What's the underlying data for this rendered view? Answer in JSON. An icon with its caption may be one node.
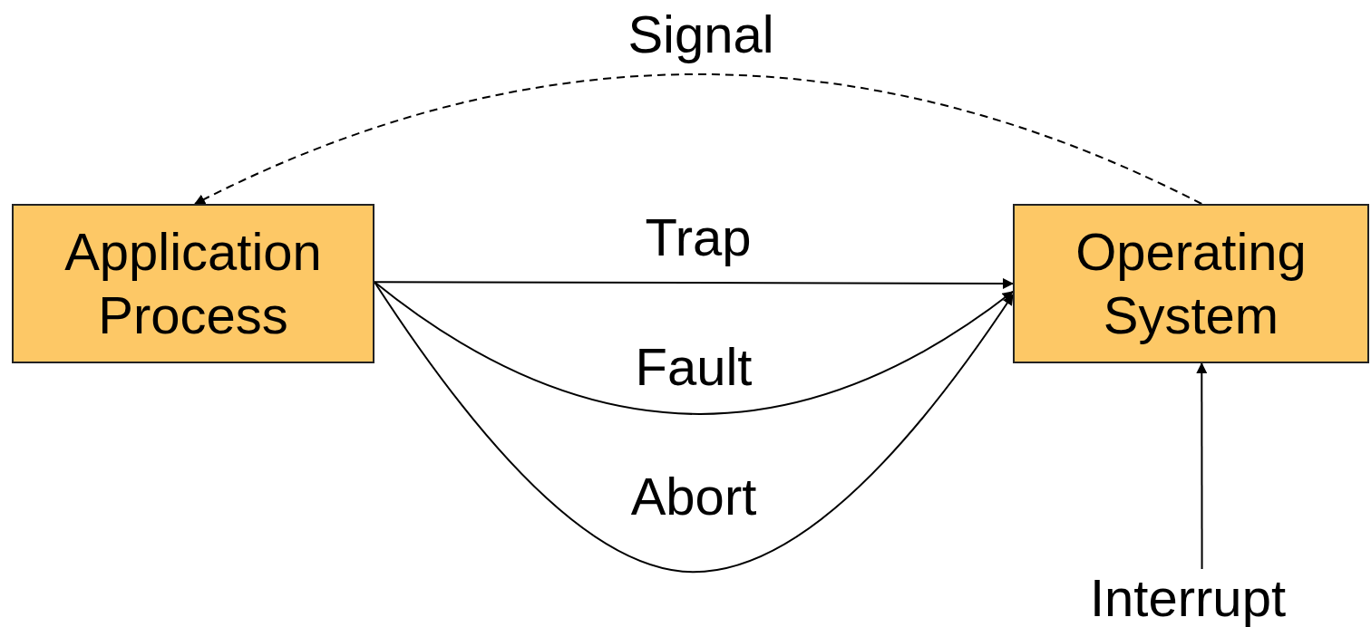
{
  "diagram": {
    "nodes": [
      {
        "text": [
          "Application Process"
        ]
      },
      {
        "text": [
          "Operating System"
        ]
      },
      {
        "text": [
          "Interrupt"
        ]
      }
    ],
    "edges": [
      {
        "from": 1,
        "to": 0,
        "arrow": "to",
        "label": "Signal",
        "style": "dashed"
      },
      {
        "from": 0,
        "to": 1,
        "arrow": "to",
        "label": "Trap"
      },
      {
        "from": 0,
        "to": 1,
        "arrow": "to",
        "label": "Fault"
      },
      {
        "from": 0,
        "to": 1,
        "arrow": "to",
        "label": "Abort"
      },
      {
        "from": 2,
        "to": 1,
        "arrow": "to"
      }
    ]
  }
}
